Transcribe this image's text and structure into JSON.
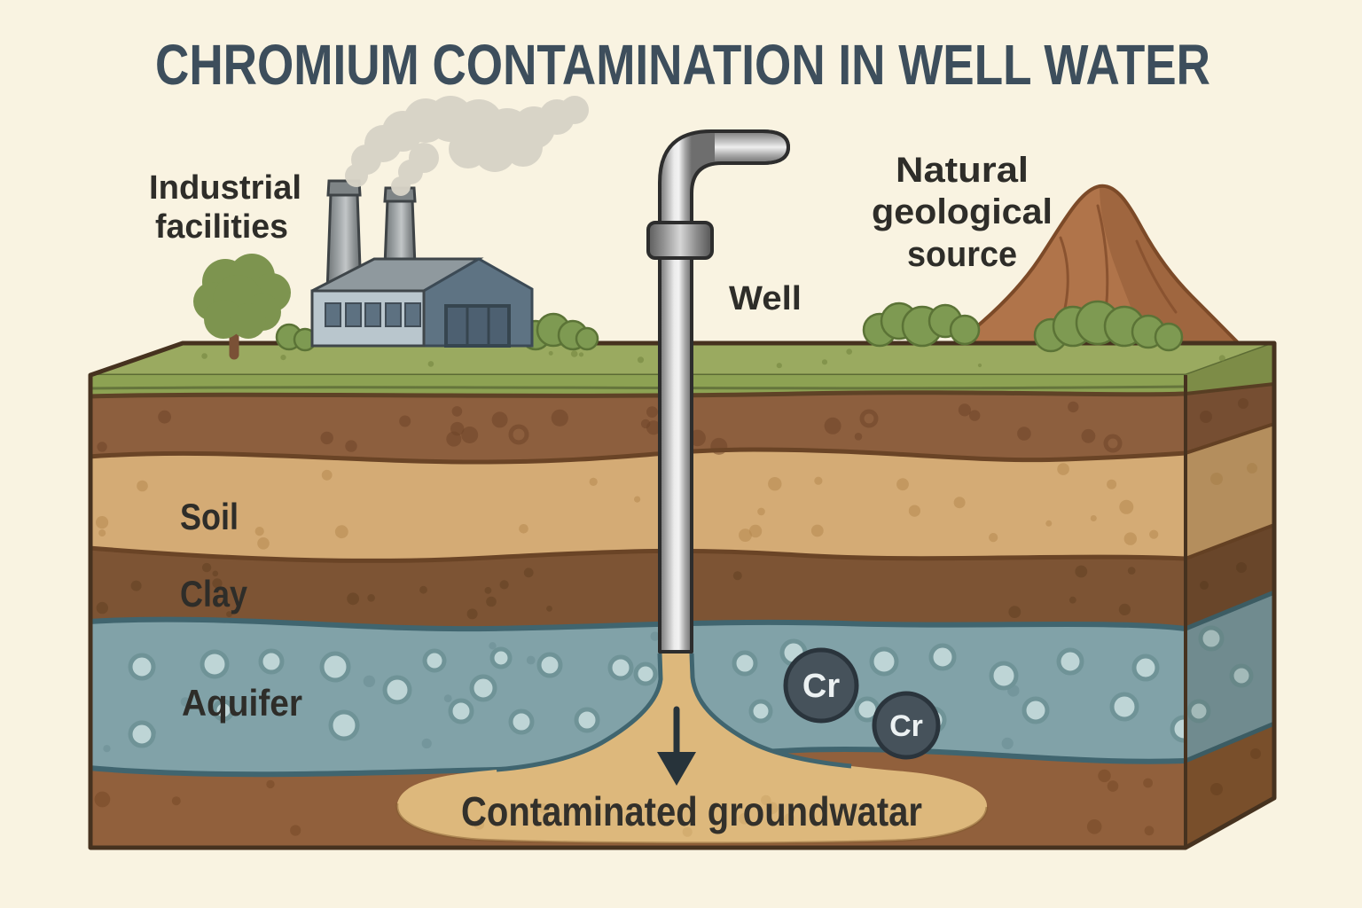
{
  "title": "CHROMIUM CONTAMINATION IN WELL WATER",
  "labels": {
    "industrial_line1": "Industrial",
    "industrial_line2": "facilities",
    "well": "Well",
    "natural_line1": "Natural",
    "natural_line2": "geological",
    "natural_line3": "source",
    "soil": "Soil",
    "clay": "Clay",
    "aquifer": "Aquifer",
    "contaminated": "Contaminated groundwatar",
    "chromium_symbol": "Cr"
  },
  "colors": {
    "background": "#f9f3e1",
    "title_text": "#3d4e5c",
    "label_text": "#2e2d29",
    "grass_top": "#9aaa60",
    "grass_front": "#8da253",
    "topsoil": "#8d5f3e",
    "soil": "#d4ab75",
    "clay": "#7d5434",
    "aquifer": "#81a2a8",
    "bottom_layer": "#91603c",
    "aquifer_outline": "#40656f",
    "plume": "#ddb87c",
    "bubble_fill": "#bed5d6",
    "bubble_ring": "#6f9397",
    "chromium_circle": "#46525b",
    "chromium_text": "#ecf1f2",
    "mountain": "#b0744a",
    "foliage": "#7d944f",
    "bush": "#7e9a52",
    "factory_front": "#b9c6cd",
    "factory_dark": "#5e7383",
    "roof": "#8f999e",
    "smoke": "#d7d3c7",
    "pipe_outline": "#2d2d2d",
    "arrow": "#27333a"
  }
}
